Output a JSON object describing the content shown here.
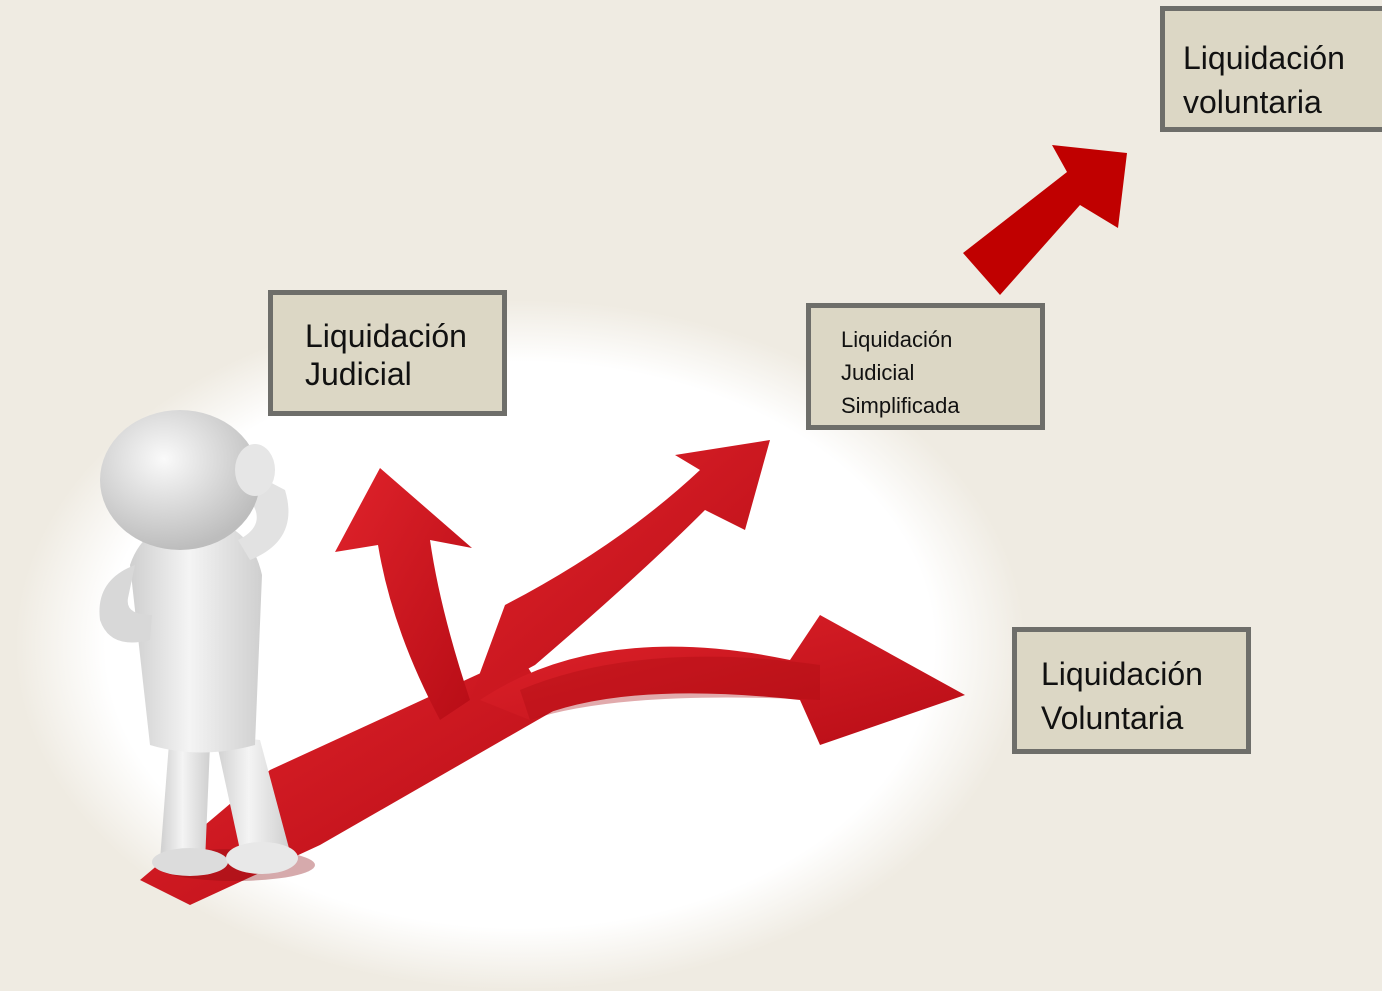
{
  "options": {
    "judicial": "Liquidación\nJudicial",
    "judicial_simplificada": "Liquidación\nJudicial\nSimplificada",
    "voluntaria_bottom": "Liquidación\nVoluntaria",
    "voluntaria_top": "Liquidación\nvoluntaria"
  },
  "colors": {
    "background": "#efebe2",
    "box_fill": "#dcd7c5",
    "box_border": "#6e6e6a",
    "arrow_red": "#c8141c",
    "dark_red_arrow": "#c00000"
  },
  "icons": {
    "figure": "thinking-person-figure",
    "crossroad": "three-way-split-arrow",
    "extra_arrow": "diagonal-up-arrow"
  }
}
